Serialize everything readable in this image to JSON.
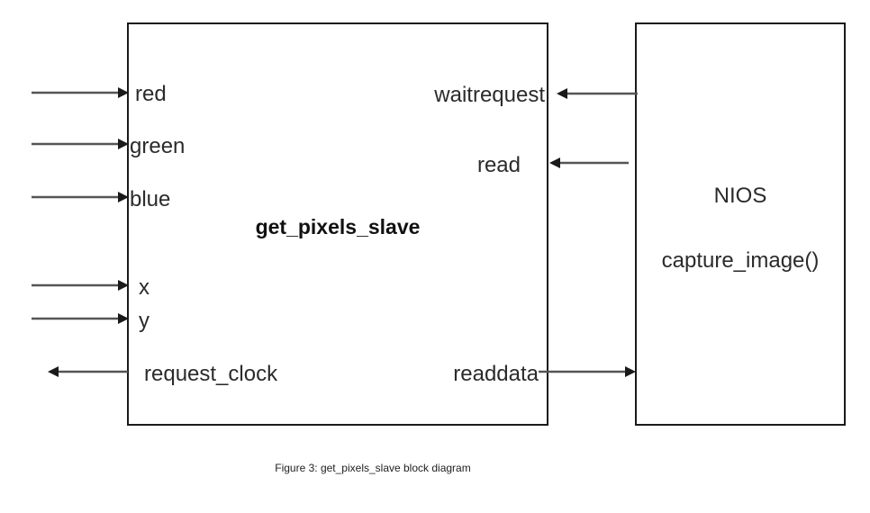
{
  "slave_block": {
    "title": "get_pixels_slave",
    "inputs": {
      "red": "red",
      "green": "green",
      "blue": "blue",
      "x": "x",
      "y": "y"
    },
    "outputs": {
      "request_clock": "request_clock"
    },
    "bus_ports": {
      "waitrequest": "waitrequest",
      "read": "read",
      "readdata": "readdata"
    }
  },
  "nios_block": {
    "title": "NIOS",
    "function": "capture_image()"
  },
  "caption": "Figure 3: get_pixels_slave block diagram"
}
